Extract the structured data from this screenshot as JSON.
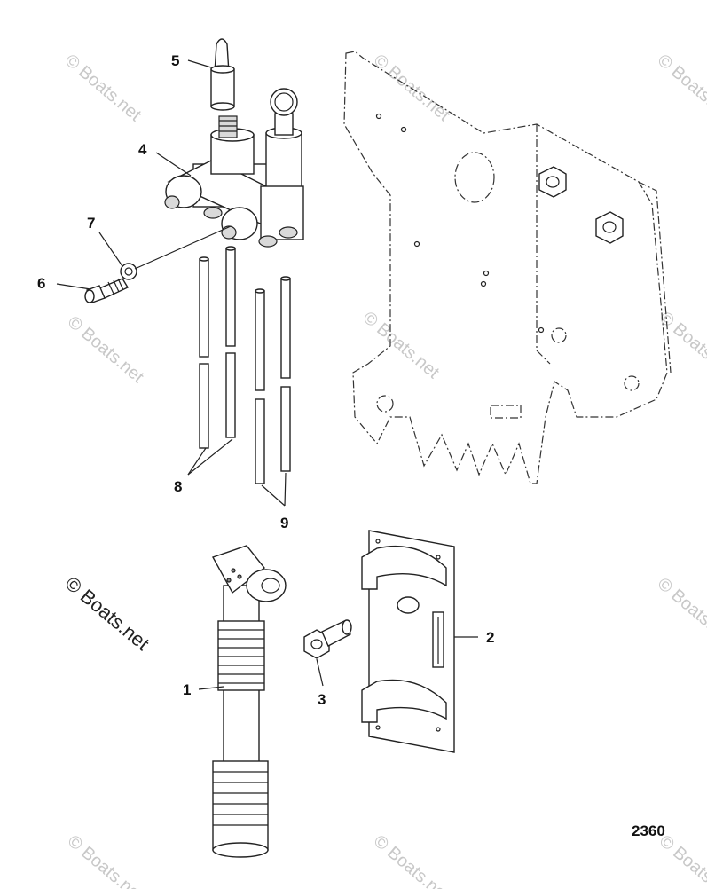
{
  "diagram": {
    "figure_number": "2360",
    "callouts": [
      {
        "id": "c1",
        "label": "1"
      },
      {
        "id": "c2",
        "label": "2"
      },
      {
        "id": "c3",
        "label": "3"
      },
      {
        "id": "c4",
        "label": "4"
      },
      {
        "id": "c5",
        "label": "5"
      },
      {
        "id": "c6",
        "label": "6"
      },
      {
        "id": "c7",
        "label": "7"
      },
      {
        "id": "c8",
        "label": "8"
      },
      {
        "id": "c9",
        "label": "9"
      }
    ],
    "watermark": "© Boats.net"
  }
}
